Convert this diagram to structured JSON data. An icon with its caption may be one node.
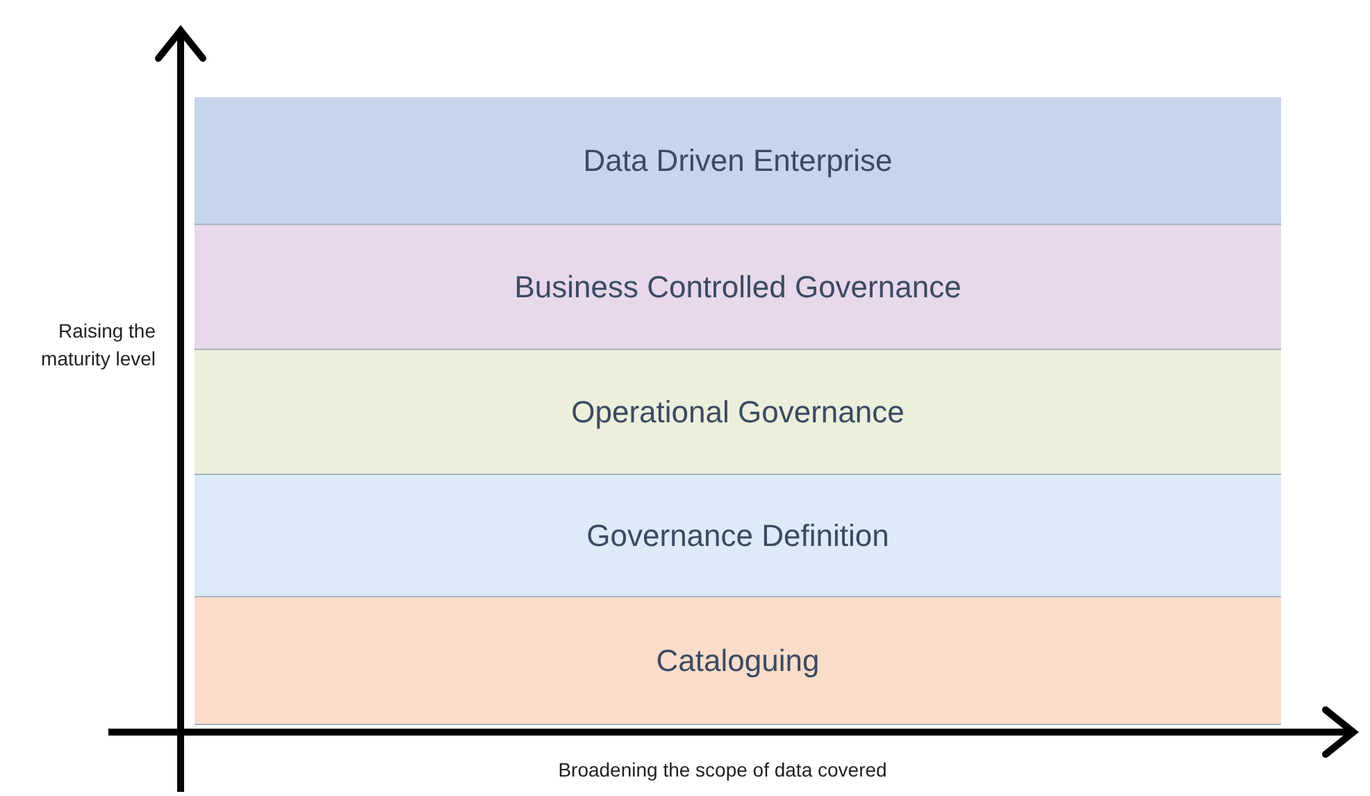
{
  "diagram": {
    "nodes": [
      {
        "text": [
          "Data Driven Enterprise"
        ]
      },
      {
        "text": [
          "Business Controlled Governance"
        ]
      },
      {
        "text": [
          "Operational Governance"
        ]
      },
      {
        "text": [
          "Governance Definition"
        ]
      },
      {
        "text": [
          "Cataloguing"
        ]
      }
    ],
    "labels": [
      "Raising the maturity level",
      "Broadening the scope of data covered"
    ]
  }
}
